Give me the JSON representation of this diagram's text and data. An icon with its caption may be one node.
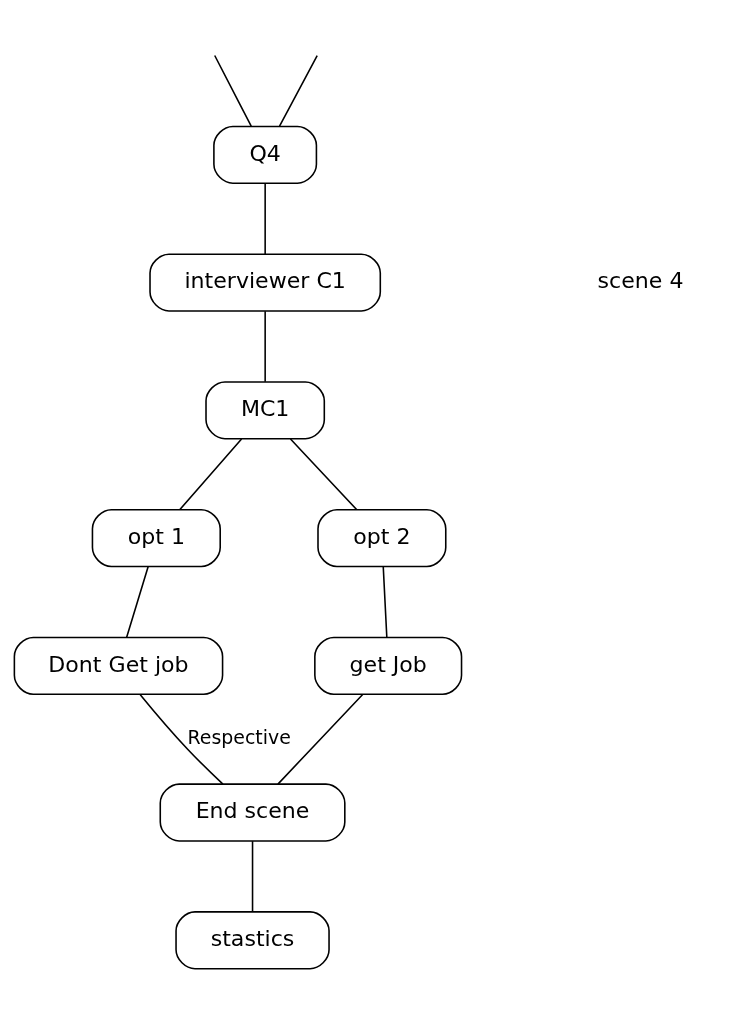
{
  "diagram": {
    "nodes": [
      {
        "text": [
          "Q4"
        ]
      },
      {
        "text": [
          "interviewer C1"
        ]
      },
      {
        "text": [
          "MC1"
        ]
      },
      {
        "text": [
          "opt 1"
        ]
      },
      {
        "text": [
          "opt 2"
        ]
      },
      {
        "text": [
          "Dont Get job"
        ]
      },
      {
        "text": [
          "get Job"
        ]
      },
      {
        "text": [
          "End scene"
        ]
      },
      {
        "text": [
          "stastics"
        ]
      }
    ],
    "edges": [
      {
        "from": null,
        "to": 0,
        "arrow": "none"
      },
      {
        "from": null,
        "to": 0,
        "arrow": "none"
      },
      {
        "from": 0,
        "to": 1,
        "arrow": "none"
      },
      {
        "from": 1,
        "to": 2,
        "arrow": "none"
      },
      {
        "from": 2,
        "to": 3,
        "arrow": "none"
      },
      {
        "from": 2,
        "to": 4,
        "arrow": "none"
      },
      {
        "from": 3,
        "to": 5,
        "arrow": "none"
      },
      {
        "from": 4,
        "to": 6,
        "arrow": "none"
      },
      {
        "from": 5,
        "to": 7,
        "arrow": "none",
        "label": "Respective"
      },
      {
        "from": 6,
        "to": 7,
        "arrow": "none"
      },
      {
        "from": 7,
        "to": 8,
        "arrow": "none"
      }
    ],
    "labels": [
      "scene 4"
    ]
  }
}
